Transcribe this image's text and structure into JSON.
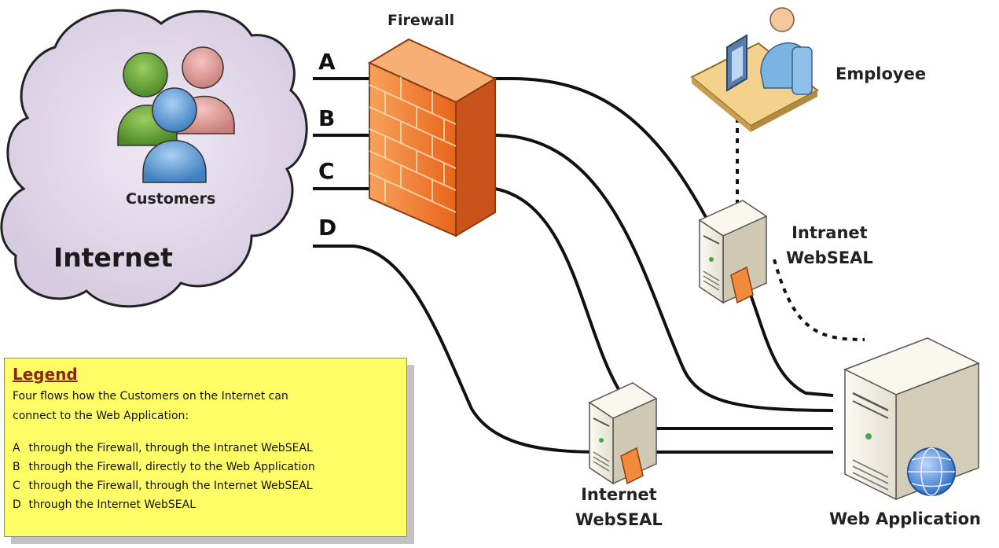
{
  "firewall": {
    "label": "Firewall"
  },
  "customers": {
    "label": "Customers"
  },
  "internet": {
    "label": "Internet"
  },
  "employee": {
    "label": "Employee"
  },
  "intranet_webseal": {
    "line1": "Intranet",
    "line2": "WebSEAL"
  },
  "internet_webseal": {
    "line1": "Internet",
    "line2": "WebSEAL"
  },
  "web_application": {
    "label": "Web Application"
  },
  "flows": [
    {
      "letter": "A",
      "description": "through the Firewall, through the Intranet WebSEAL"
    },
    {
      "letter": "B",
      "description": "through the Firewall, directly to the Web Application"
    },
    {
      "letter": "C",
      "description": "through the Firewall, through the Internet WebSEAL"
    },
    {
      "letter": "D",
      "description": "through the Internet WebSEAL"
    }
  ],
  "legend": {
    "title": "Legend",
    "description": "Four flows how the Customers on the Internet can\nconnect to the Web Application:"
  },
  "colors": {
    "cloud": "#ddd2e4",
    "firewall": "#f07a2c",
    "legend_bg": "#fffd66",
    "server": "#eeeadc"
  }
}
